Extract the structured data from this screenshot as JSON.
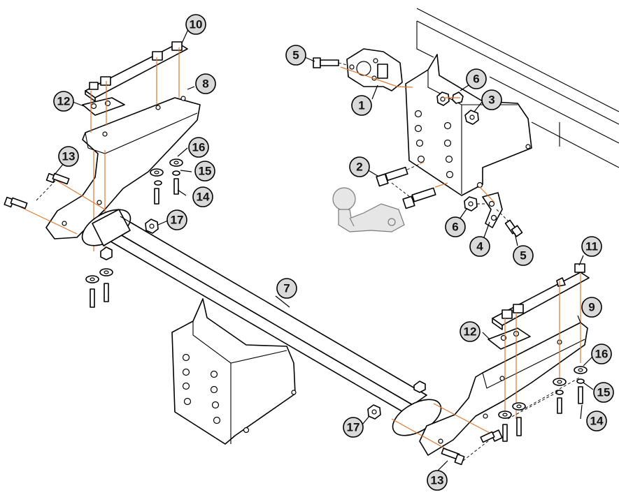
{
  "callouts": [
    {
      "id": "c1",
      "label": "1"
    },
    {
      "id": "c2",
      "label": "2"
    },
    {
      "id": "c3",
      "label": "3"
    },
    {
      "id": "c4",
      "label": "4"
    },
    {
      "id": "c5a",
      "label": "5"
    },
    {
      "id": "c5b",
      "label": "5"
    },
    {
      "id": "c6a",
      "label": "6"
    },
    {
      "id": "c6b",
      "label": "6"
    },
    {
      "id": "c7",
      "label": "7"
    },
    {
      "id": "c8",
      "label": "8"
    },
    {
      "id": "c9",
      "label": "9"
    },
    {
      "id": "c10",
      "label": "10"
    },
    {
      "id": "c11",
      "label": "11"
    },
    {
      "id": "c12a",
      "label": "12"
    },
    {
      "id": "c12b",
      "label": "12"
    },
    {
      "id": "c13a",
      "label": "13"
    },
    {
      "id": "c13b",
      "label": "13"
    },
    {
      "id": "c14a",
      "label": "14"
    },
    {
      "id": "c14b",
      "label": "14"
    },
    {
      "id": "c15a",
      "label": "15"
    },
    {
      "id": "c15b",
      "label": "15"
    },
    {
      "id": "c16a",
      "label": "16"
    },
    {
      "id": "c16b",
      "label": "16"
    },
    {
      "id": "c17a",
      "label": "17"
    },
    {
      "id": "c17b",
      "label": "17"
    }
  ],
  "colors": {
    "line": "#000000",
    "axis": "#e0782f",
    "callout_fill": "#d9d9d9",
    "background": "#ffffff"
  }
}
